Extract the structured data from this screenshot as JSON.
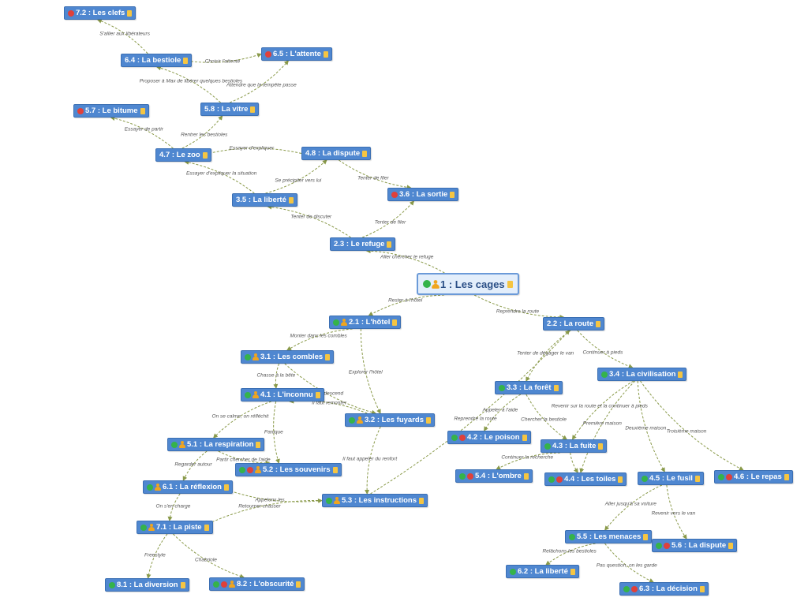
{
  "colors": {
    "node_fill": "#4f87d0",
    "root_fill": "#e3eefb",
    "edge": "#8a9a4a",
    "check": "#35b34a",
    "error": "#e0403a",
    "person": "#f0a51e",
    "note": "#f5c542"
  },
  "nodes": [
    {
      "id": "n1_1",
      "label": "1 : Les cages",
      "icons": [
        "check",
        "person"
      ],
      "root": true
    },
    {
      "id": "n2_3",
      "label": "2.3 : Le refuge",
      "icons": []
    },
    {
      "id": "n2_1",
      "label": "2.1 : L'hôtel",
      "icons": [
        "check",
        "person"
      ]
    },
    {
      "id": "n2_2",
      "label": "2.2 : La route",
      "icons": []
    },
    {
      "id": "n3_5",
      "label": "3.5 : La liberté",
      "icons": []
    },
    {
      "id": "n3_6",
      "label": "3.6 : La sortie",
      "icons": [
        "error"
      ]
    },
    {
      "id": "n3_1",
      "label": "3.1 : Les combles",
      "icons": [
        "check",
        "person"
      ]
    },
    {
      "id": "n3_2",
      "label": "3.2 : Les fuyards",
      "icons": [
        "check",
        "person"
      ]
    },
    {
      "id": "n3_3",
      "label": "3.3 : La forêt",
      "icons": [
        "check"
      ]
    },
    {
      "id": "n3_4",
      "label": "3.4 : La civilisation",
      "icons": [
        "check"
      ]
    },
    {
      "id": "n4_7",
      "label": "4.7 : Le zoo",
      "icons": []
    },
    {
      "id": "n4_8",
      "label": "4.8 : La dispute",
      "icons": []
    },
    {
      "id": "n4_1",
      "label": "4.1 : L'inconnu",
      "icons": [
        "check",
        "person"
      ]
    },
    {
      "id": "n4_2",
      "label": "4.2 : Le poison",
      "icons": [
        "check",
        "error"
      ]
    },
    {
      "id": "n4_3",
      "label": "4.3 : La fuite",
      "icons": [
        "check"
      ]
    },
    {
      "id": "n4_4",
      "label": "4.4 : Les toiles",
      "icons": [
        "check",
        "error"
      ]
    },
    {
      "id": "n4_5",
      "label": "4.5 : Le fusil",
      "icons": [
        "check"
      ]
    },
    {
      "id": "n4_6",
      "label": "4.6 : Le repas",
      "icons": [
        "check",
        "error"
      ]
    },
    {
      "id": "n5_8",
      "label": "5.8 : La vitre",
      "icons": []
    },
    {
      "id": "n5_7",
      "label": "5.7 : Le bitume",
      "icons": [
        "error"
      ]
    },
    {
      "id": "n5_1",
      "label": "5.1 : La respiration",
      "icons": [
        "check",
        "person"
      ]
    },
    {
      "id": "n5_2",
      "label": "5.2 : Les souvenirs",
      "icons": [
        "check",
        "error",
        "person"
      ]
    },
    {
      "id": "n5_3",
      "label": "5.3 : Les instructions",
      "icons": [
        "check",
        "person"
      ]
    },
    {
      "id": "n5_4",
      "label": "5.4 : L'ombre",
      "icons": [
        "check",
        "error"
      ]
    },
    {
      "id": "n5_5",
      "label": "5.5 : Les menaces",
      "icons": [
        "check"
      ]
    },
    {
      "id": "n5_6",
      "label": "5.6 : La dispute",
      "icons": [
        "check",
        "error"
      ]
    },
    {
      "id": "n6_4",
      "label": "6.4 : La bestiole",
      "icons": []
    },
    {
      "id": "n6_5",
      "label": "6.5 : L'attente",
      "icons": [
        "error"
      ]
    },
    {
      "id": "n6_1",
      "label": "6.1 : La réflexion",
      "icons": [
        "check",
        "person"
      ]
    },
    {
      "id": "n6_2",
      "label": "6.2 : La liberté",
      "icons": [
        "check"
      ]
    },
    {
      "id": "n6_3",
      "label": "6.3 : La décision",
      "icons": [
        "check",
        "error"
      ]
    },
    {
      "id": "n7_2",
      "label": "7.2 : Les clefs",
      "icons": [
        "error"
      ]
    },
    {
      "id": "n7_1",
      "label": "7.1 : La piste",
      "icons": [
        "check",
        "person"
      ]
    },
    {
      "id": "n8_1",
      "label": "8.1 : La diversion",
      "icons": [
        "check"
      ]
    },
    {
      "id": "n8_2",
      "label": "8.2 : L'obscurité",
      "icons": [
        "check",
        "error",
        "person"
      ]
    }
  ],
  "edges": [
    {
      "from": "n1_1",
      "to": "n2_3",
      "label": "Aller chercher le refuge"
    },
    {
      "from": "n1_1",
      "to": "n2_1",
      "label": "Rester à l'hôtel"
    },
    {
      "from": "n1_1",
      "to": "n2_2",
      "label": "Reprendre la route"
    },
    {
      "from": "n2_3",
      "to": "n3_5",
      "label": "Tenter de discuter"
    },
    {
      "from": "n2_3",
      "to": "n3_6",
      "label": "Tenter de filer"
    },
    {
      "from": "n3_5",
      "to": "n4_7",
      "label": "Essayer d'expliquer la situation"
    },
    {
      "from": "n3_5",
      "to": "n4_8",
      "label": "Se précipiter vers lui"
    },
    {
      "from": "n4_8",
      "to": "n4_7",
      "label": "Essayer d'expliquer"
    },
    {
      "from": "n4_8",
      "to": "n3_6",
      "label": "Tenter de filer"
    },
    {
      "from": "n4_7",
      "to": "n5_7",
      "label": "Essayer de partir"
    },
    {
      "from": "n4_7",
      "to": "n5_8",
      "label": "Rentrer les bestioles"
    },
    {
      "from": "n5_8",
      "to": "n6_4",
      "label": "Proposer à Max de libérer quelques bestioles"
    },
    {
      "from": "n5_8",
      "to": "n6_5",
      "label": "Attendre que la tempête passe"
    },
    {
      "from": "n6_4",
      "to": "n6_5",
      "label": "Choisir l'attente"
    },
    {
      "from": "n6_4",
      "to": "n7_2",
      "label": "S'allier aux libérateurs"
    },
    {
      "from": "n2_1",
      "to": "n3_1",
      "label": "Monter dans les combles"
    },
    {
      "from": "n2_1",
      "to": "n3_2",
      "label": "Explorer l'hôtel"
    },
    {
      "from": "n3_1",
      "to": "n4_1",
      "label": "Chasse à la bête"
    },
    {
      "from": "n3_1",
      "to": "n3_2",
      "label": "On redescend"
    },
    {
      "from": "n3_2",
      "to": "n4_1",
      "label": "Il faut remonter"
    },
    {
      "from": "n4_1",
      "to": "n5_1",
      "label": "On se calme, on réfléchit"
    },
    {
      "from": "n4_1",
      "to": "n5_2",
      "label": "Panique"
    },
    {
      "from": "n5_1",
      "to": "n5_2",
      "label": "Partir chercher de l'aide"
    },
    {
      "from": "n5_1",
      "to": "n6_1",
      "label": "Regarder autour"
    },
    {
      "from": "n3_2",
      "to": "n5_3",
      "label": "Il faut appeler du renfort"
    },
    {
      "from": "n6_1",
      "to": "n5_3",
      "label": "Appelons les"
    },
    {
      "from": "n6_1",
      "to": "n7_1",
      "label": "On s'en charge"
    },
    {
      "from": "n5_3",
      "to": "n7_1",
      "label": "Retourner chasser"
    },
    {
      "from": "n7_1",
      "to": "n8_1",
      "label": "Freestyle"
    },
    {
      "from": "n7_1",
      "to": "n8_2",
      "label": "Chabriole"
    },
    {
      "from": "n2_2",
      "to": "n3_3",
      "label": "Tenter de dégager le van"
    },
    {
      "from": "n2_2",
      "to": "n3_4",
      "label": "Continuer à pieds"
    },
    {
      "from": "n3_3",
      "to": "n4_2",
      "label": "Appeler à l'aide"
    },
    {
      "from": "n3_3",
      "to": "n4_3",
      "label": "Chercher la bestiole"
    },
    {
      "from": "n5_3",
      "to": "n2_2",
      "label": "Reprendre la route"
    },
    {
      "from": "n4_3",
      "to": "n5_4",
      "label": "Continuer la recherche"
    },
    {
      "from": "n4_3",
      "to": "n4_4",
      "label": ""
    },
    {
      "from": "n3_4",
      "to": "n4_3",
      "label": "Revenir sur la route et la continuer à pieds"
    },
    {
      "from": "n3_4",
      "to": "n4_4",
      "label": "Première maison"
    },
    {
      "from": "n3_4",
      "to": "n4_5",
      "label": "Deuxième maison"
    },
    {
      "from": "n3_4",
      "to": "n4_6",
      "label": "Troisième maison"
    },
    {
      "from": "n4_5",
      "to": "n5_5",
      "label": "Aller jusqu'à sa voiture"
    },
    {
      "from": "n4_5",
      "to": "n5_6",
      "label": "Revenir vers le van"
    },
    {
      "from": "n5_5",
      "to": "n6_2",
      "label": "Relâchons les bestioles"
    },
    {
      "from": "n5_5",
      "to": "n6_3",
      "label": "Pas question, on les garde"
    }
  ]
}
